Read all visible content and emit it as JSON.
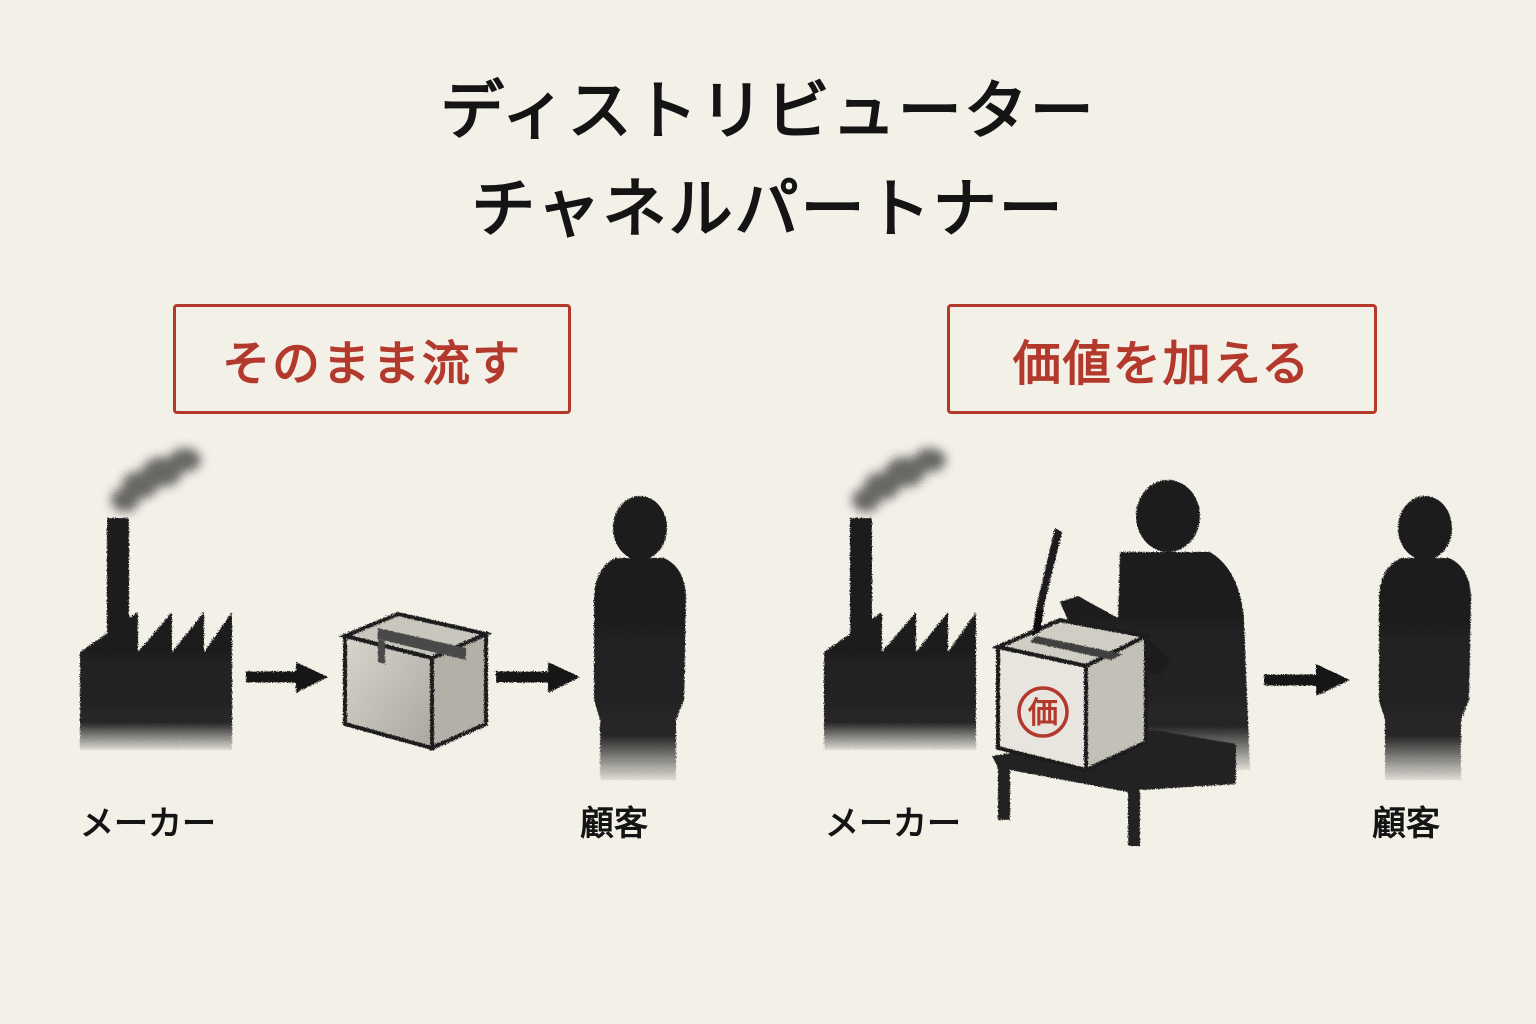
{
  "title": {
    "line1": "ディストリビューター",
    "line2": "チャネルパートナー"
  },
  "left_panel": {
    "label": "そのまま流す",
    "maker_caption": "メーカー",
    "customer_caption": "顧客"
  },
  "right_panel": {
    "label": "価値を加える",
    "maker_caption": "メーカー",
    "customer_caption": "顧客",
    "box_stamp": "価"
  },
  "colors": {
    "ink": "#141414",
    "accent_red": "#b2392c",
    "paper": "#f3f0e8"
  }
}
